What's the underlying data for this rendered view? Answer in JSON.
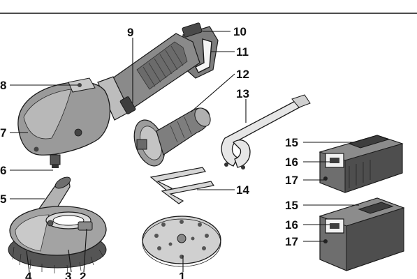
{
  "callouts": {
    "c1": "1",
    "c2": "2",
    "c3": "3",
    "c4": "4",
    "c5": "5",
    "c6": "6",
    "c7": "7",
    "c8": "8",
    "c9": "9",
    "c10": "10",
    "c11": "11",
    "c12": "12",
    "c13": "13",
    "c14": "14",
    "c15a": "15",
    "c16a": "16",
    "c17a": "17",
    "c15b": "15",
    "c16b": "16",
    "c17b": "17"
  },
  "colors": {
    "tool_body": "#8a8a8a",
    "tool_dark": "#4a4a4a",
    "tool_light": "#b5b5b5",
    "battery_body": "#6e6e6e",
    "battery_dark": "#3e3e3e",
    "outline": "#1a1a1a",
    "line": "#111111"
  },
  "icons": [
    "angle-grinder-icon",
    "side-handle-icon",
    "pin-spanner-icon",
    "hex-key-icon",
    "dust-hood-icon",
    "sanding-pad-icon",
    "battery-pack-icon"
  ]
}
